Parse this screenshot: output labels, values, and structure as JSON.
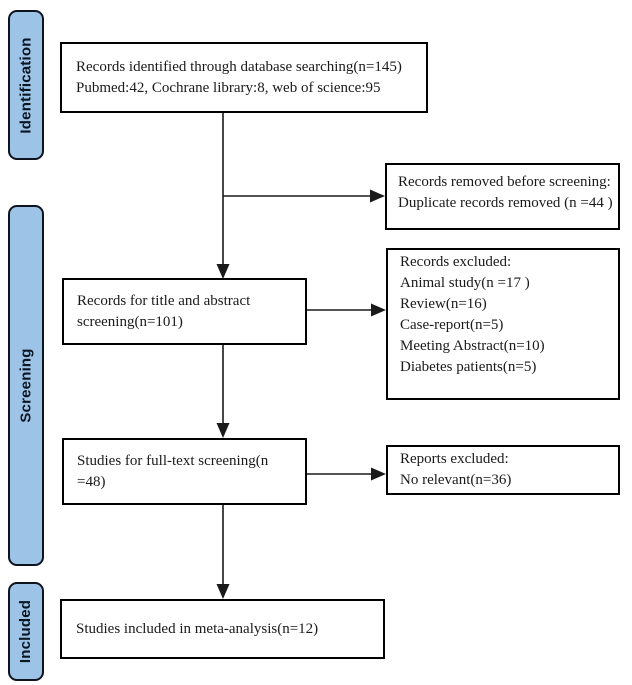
{
  "stages": {
    "identification": "Identification",
    "screening": "Screening",
    "included": "Included"
  },
  "boxes": {
    "records_identified": {
      "lines": [
        "Records identified through database searching(n=145)",
        "Pubmed:42, Cochrane library:8, web of science:95"
      ]
    },
    "records_removed": {
      "lines": [
        "Records removed before screening:",
        "Duplicate records removed  (n =44 )"
      ]
    },
    "title_abstract_screening": {
      "lines": [
        "Records for title and abstract screening(n=101)"
      ]
    },
    "records_excluded": {
      "lines": [
        "Records excluded:",
        "Animal study(n =17 )",
        "Review(n=16)",
        "Case-report(n=5)",
        "Meeting Abstract(n=10)",
        "Diabetes patients(n=5)"
      ]
    },
    "full_text_screening": {
      "lines": [
        "Studies for full-text screening(n =48)"
      ]
    },
    "reports_excluded": {
      "lines": [
        "Reports excluded:",
        "No relevant(n=36)"
      ]
    },
    "included_meta_analysis": {
      "lines": [
        "Studies included in meta-analysis(n=12)"
      ]
    }
  },
  "colors": {
    "stage_fill": "#9DC3E6",
    "stage_border": "#0d1420",
    "box_border": "#000000",
    "arrow": "#1a1a1a",
    "text": "#1a1a1a"
  }
}
